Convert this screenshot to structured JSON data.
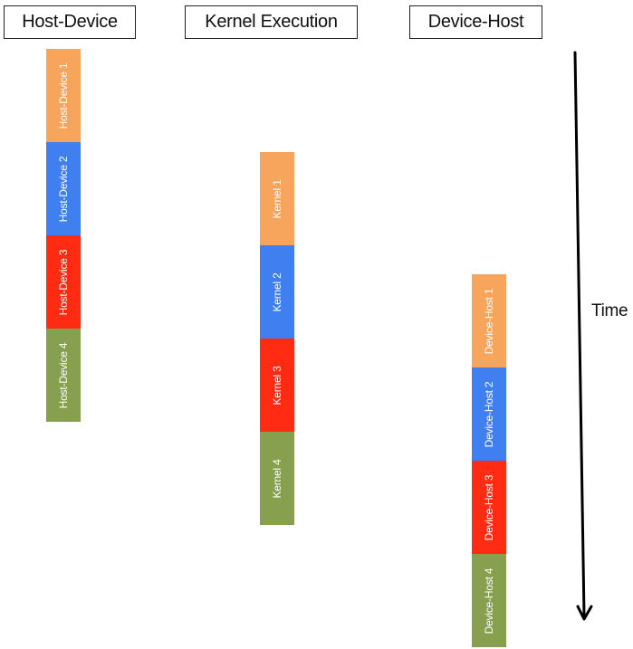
{
  "headers": {
    "host_device": "Host-Device",
    "kernel_execution": "Kernel Execution",
    "device_host": "Device-Host"
  },
  "colors": {
    "orange": "#F7A45C",
    "blue": "#3F7FF0",
    "red": "#FF2B12",
    "green": "#86A04F"
  },
  "host_device_blocks": [
    {
      "label": "Host-Device 1",
      "color": "#F7A45C"
    },
    {
      "label": "Host-Device 2",
      "color": "#3F7FF0"
    },
    {
      "label": "Host-Device 3",
      "color": "#FF2B12"
    },
    {
      "label": "Host-Device 4",
      "color": "#86A04F"
    }
  ],
  "kernel_blocks": [
    {
      "label": "Kernel 1",
      "color": "#F7A45C"
    },
    {
      "label": "Kernel 2",
      "color": "#3F7FF0"
    },
    {
      "label": "Kernel 3",
      "color": "#FF2B12"
    },
    {
      "label": "Kernel 4",
      "color": "#86A04F"
    }
  ],
  "device_host_blocks": [
    {
      "label": "Device-Host 1",
      "color": "#F7A45C"
    },
    {
      "label": "Device-Host 2",
      "color": "#3F7FF0"
    },
    {
      "label": "Device-Host 3",
      "color": "#FF2B12"
    },
    {
      "label": "Device-Host 4",
      "color": "#86A04F"
    }
  ],
  "time_axis": {
    "label": "Time",
    "icon": "down-arrow-icon"
  }
}
